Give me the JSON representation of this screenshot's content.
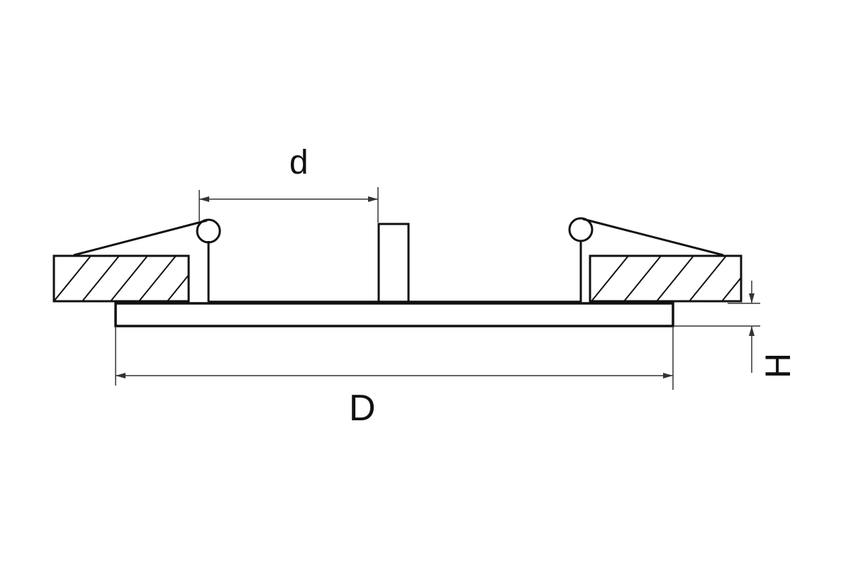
{
  "diagram": {
    "type": "technical-drawing",
    "subject": "recessed-light-fixture-cross-section",
    "labels": {
      "inner_diameter": "d",
      "outer_diameter": "D",
      "height": "H"
    },
    "colors": {
      "line": "#111111",
      "dimension_line": "#333333",
      "background": "#ffffff"
    }
  }
}
